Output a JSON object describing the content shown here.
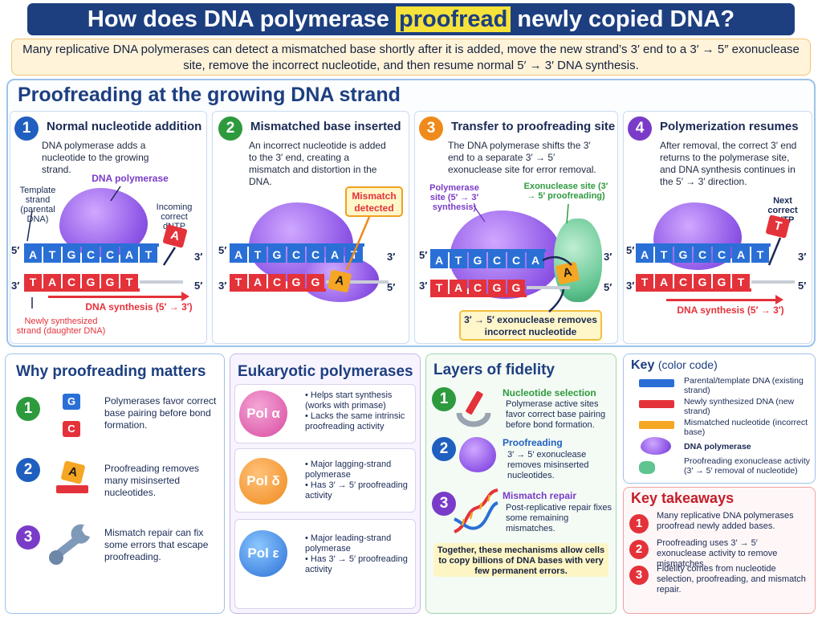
{
  "header": {
    "title_pre": "How does DNA polymerase ",
    "title_hl": "proofread",
    "title_post": " newly copied DNA?",
    "intro": "Many replicative DNA polymerases can detect a mismatched base shortly after it is added, move the new strand’s 3′ end to a 3′ → 5″ exonuclease site, remove the incorrect nucleotide, and then resume normal 5′ → 3′ DNA synthesis."
  },
  "colors": {
    "navy": "#1d3f80",
    "blue": "#2a6fd6",
    "red": "#e4323a",
    "orange": "#f5a623",
    "purple": "#8d55e6",
    "green": "#5fc48f",
    "step1": "#1f5fbf",
    "step2": "#2e9a3e",
    "step3": "#ef8a1c",
    "step4": "#7a3cc8"
  },
  "section": {
    "title": "Proofreading at the growing DNA strand"
  },
  "steps": [
    {
      "num": "1",
      "title": "Normal nucleotide addition",
      "desc": "DNA polymerase adds a nucleotide to the growing strand."
    },
    {
      "num": "2",
      "title": "Mismatched base inserted",
      "desc": "An incorrect nucleotide is added to the 3′ end, creating a mismatch and distortion in the DNA."
    },
    {
      "num": "3",
      "title": "Transfer to proofreading site",
      "desc": "The DNA polymerase shifts the 3′ end to a separate 3′ → 5′ exonuclease site for error removal."
    },
    {
      "num": "4",
      "title": "Polymerization resumes",
      "desc": "After removal, the correct 3′ end returns to the polymerase site, and DNA synthesis continues in the 5′ → 3′ direction."
    }
  ],
  "strands": {
    "s1_top": [
      "A",
      "T",
      "G",
      "C",
      "C",
      "A",
      "T"
    ],
    "s1_bottom": [
      "T",
      "A",
      "C",
      "G",
      "G",
      "T"
    ],
    "s2_top": [
      "A",
      "T",
      "G",
      "C",
      "C",
      "A",
      "T"
    ],
    "s2_bottom": [
      "T",
      "A",
      "C",
      "G",
      "G"
    ],
    "s3_top": [
      "A",
      "T",
      "G",
      "C",
      "C",
      "A"
    ],
    "s3_bottom": [
      "T",
      "A",
      "C",
      "G",
      "G"
    ],
    "s4_top": [
      "A",
      "T",
      "G",
      "C",
      "C",
      "A",
      "T"
    ],
    "s4_bottom": [
      "T",
      "A",
      "C",
      "G",
      "G",
      "T"
    ]
  },
  "ends": {
    "five": "5′",
    "three": "3′"
  },
  "labels": {
    "template": "Template strand (parental DNA)",
    "dna_polymerase": "DNA polymerase",
    "incoming": "Incoming correct dNTP",
    "incoming_base": "A",
    "synthesis": "DNA synthesis (5′ → 3′)",
    "newly": "Newly synthesized strand (daughter DNA)",
    "mismatch": "Mismatch detected",
    "mismatch_base": "A",
    "pol_site": "Polymerase site (5′ → 3′ synthesis)",
    "exo_site": "Exonuclease site (3′ → 5′ proofreading)",
    "exo_removes": "3′ → 5′ exonuclease removes incorrect nucleotide",
    "next_correct": "Next correct dNTP",
    "next_base": "T",
    "synthesis4": "DNA synthesis (5′ → 3′)"
  },
  "why": {
    "title": "Why proofreading matters",
    "items": [
      {
        "num": "1",
        "text": "Polymerases favor correct base pairing before bond formation.",
        "g": "G",
        "c": "C"
      },
      {
        "num": "2",
        "text": "Proofreading removes many misinserted nucleotides.",
        "a": "A"
      },
      {
        "num": "3",
        "text": "Mismatch repair can fix some errors that escape proofreading."
      }
    ]
  },
  "euk": {
    "title": "Eukaryotic polymerases",
    "items": [
      {
        "name": "Pol α",
        "bullets": [
          "Helps start synthesis (works with primase)",
          "Lacks the same intrinsic proofreading activity"
        ]
      },
      {
        "name": "Pol δ",
        "bullets": [
          "Major lagging-strand polymerase",
          "Has 3′ → 5′ proofreading activity"
        ]
      },
      {
        "name": "Pol ε",
        "bullets": [
          "Major leading-strand polymerase",
          "Has 3′ → 5′ proofreading activity"
        ]
      }
    ]
  },
  "layers": {
    "title": "Layers of fidelity",
    "items": [
      {
        "num": "1",
        "head": "Nucleotide selection",
        "text": "Polymerase active sites favor correct base pairing before bond formation."
      },
      {
        "num": "2",
        "head": "Proofreading",
        "text": "3′ → 5′ exonuclease removes misinserted nucleotides."
      },
      {
        "num": "3",
        "head": "Mismatch repair",
        "text": "Post-replicative repair fixes some remaining mismatches."
      }
    ],
    "footer": "Together, these mechanisms allow cells to copy billions of DNA bases with very few permanent errors."
  },
  "key": {
    "title": "Key",
    "title_suffix": "(color code)",
    "items": [
      {
        "swatch": "blue",
        "text": "Parental/template DNA (existing strand)"
      },
      {
        "swatch": "red",
        "text": "Newly synthesized DNA (new strand)"
      },
      {
        "swatch": "orange",
        "text": "Mismatched nucleotide (incorrect base)"
      },
      {
        "swatch": "purple",
        "text": "DNA polymerase"
      },
      {
        "swatch": "green",
        "text": "Proofreading exonuclease activity (3′ → 5′ removal of nucleotide)"
      }
    ]
  },
  "takeaways": {
    "title": "Key takeaways",
    "items": [
      {
        "num": "1",
        "text": "Many replicative DNA polymerases proofread newly added bases."
      },
      {
        "num": "2",
        "text": "Proofreading uses 3′ → 5′ exonuclease activity to remove mismatches."
      },
      {
        "num": "3",
        "text": "Fidelity comes from nucleotide selection, proofreading, and mismatch repair."
      }
    ]
  }
}
